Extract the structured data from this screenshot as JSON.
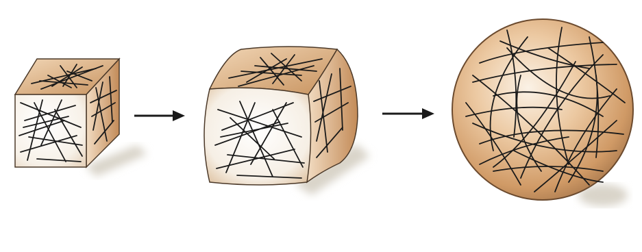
{
  "diagram": {
    "stages": [
      {
        "id": "cube",
        "shape": "cube"
      },
      {
        "id": "rounded-cube",
        "shape": "rounded-cube"
      },
      {
        "id": "sphere",
        "shape": "sphere"
      }
    ],
    "arrows": [
      {
        "from": "cube",
        "to": "rounded-cube"
      },
      {
        "from": "rounded-cube",
        "to": "sphere"
      }
    ]
  },
  "colors": {
    "tan_light": "#f3dcc1",
    "tan_mid": "#d8a878",
    "tan_dark": "#a9764a",
    "face_white": "#fbf8f3",
    "outline": "#4a3828",
    "fiber": "#1a1a1a",
    "shadow": "#d9d4c9",
    "arrow": "#1a1a1a"
  }
}
